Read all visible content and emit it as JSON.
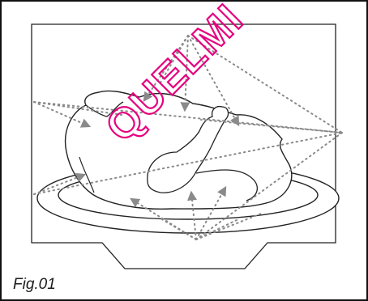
{
  "figure": {
    "label": "Fig.01"
  },
  "watermark": {
    "text": "QUELMI",
    "color": "#e6007e"
  },
  "colors": {
    "outline": "#222222",
    "arrows": "#8a8a8a"
  },
  "icons": [
    "dotted-arrow",
    "turkey",
    "serving-plate",
    "cooking-chamber"
  ]
}
